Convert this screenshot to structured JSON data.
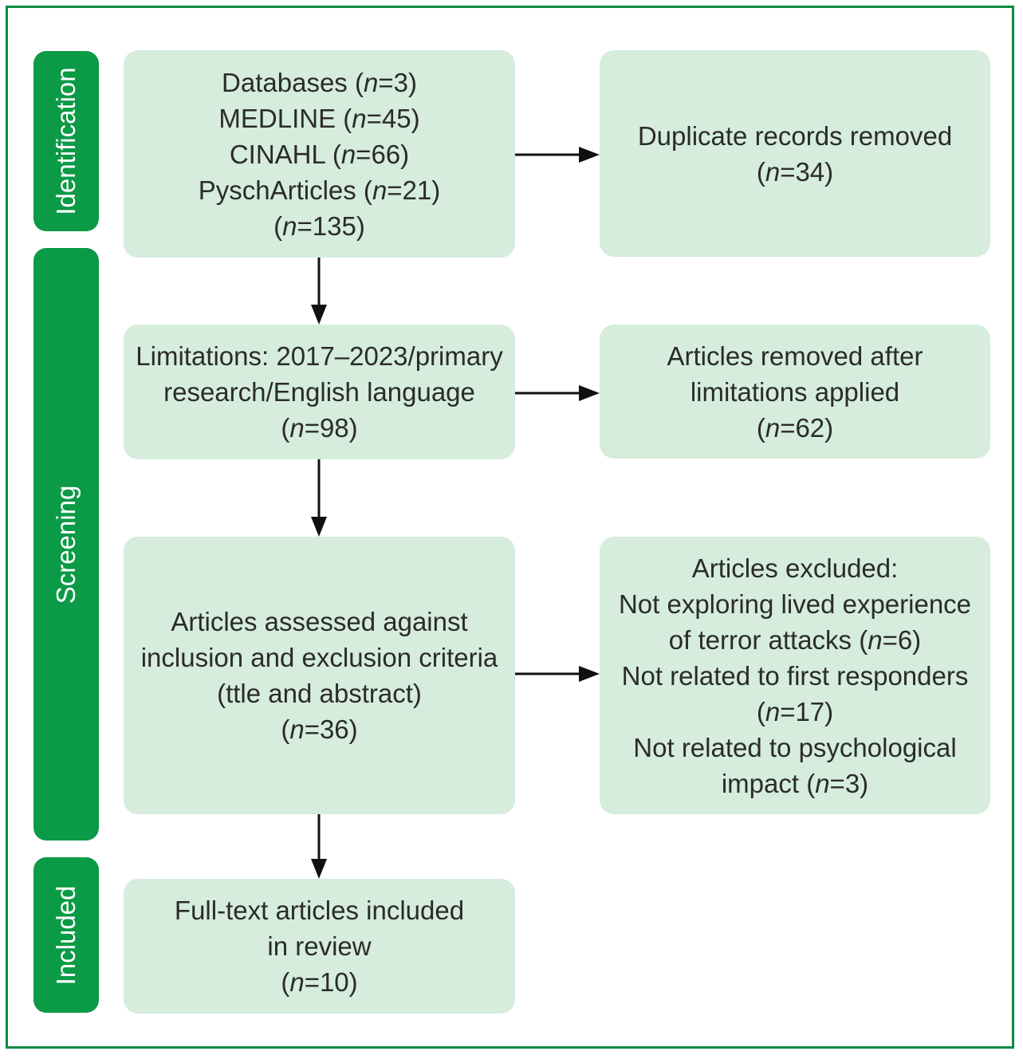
{
  "stages": {
    "identification": "Identification",
    "screening": "Screening",
    "included": "Included"
  },
  "boxes": {
    "databases": {
      "lines": [
        {
          "pre": "Databases (",
          "n": "n",
          "post": "=3)"
        },
        {
          "pre": "MEDLINE (",
          "n": "n",
          "post": "=45)"
        },
        {
          "pre": "CINAHL (",
          "n": "n",
          "post": "=66)"
        },
        {
          "pre": "PyschArticles (",
          "n": "n",
          "post": "=21)"
        },
        {
          "pre": "(",
          "n": "n",
          "post": "=135)"
        }
      ]
    },
    "duplicates": {
      "lines": [
        {
          "pre": "Duplicate records removed",
          "n": "",
          "post": ""
        },
        {
          "pre": "(",
          "n": "n",
          "post": "=34)"
        }
      ]
    },
    "limitations": {
      "lines": [
        {
          "pre": "Limitations: 2017–2023/primary",
          "n": "",
          "post": ""
        },
        {
          "pre": "research/English language",
          "n": "",
          "post": ""
        },
        {
          "pre": "(",
          "n": "n",
          "post": "=98)"
        }
      ]
    },
    "removed_limitations": {
      "lines": [
        {
          "pre": "Articles removed after",
          "n": "",
          "post": ""
        },
        {
          "pre": "limitations applied",
          "n": "",
          "post": ""
        },
        {
          "pre": "(",
          "n": "n",
          "post": "=62)"
        }
      ]
    },
    "assessed": {
      "lines": [
        {
          "pre": "Articles assessed against",
          "n": "",
          "post": ""
        },
        {
          "pre": "inclusion and exclusion criteria",
          "n": "",
          "post": ""
        },
        {
          "pre": "(ttle and abstract)",
          "n": "",
          "post": ""
        },
        {
          "pre": "(",
          "n": "n",
          "post": "=36)"
        }
      ]
    },
    "excluded": {
      "lines": [
        {
          "pre": "Articles excluded:",
          "n": "",
          "post": ""
        },
        {
          "pre": "Not exploring lived experience",
          "n": "",
          "post": ""
        },
        {
          "pre": "of terror attacks (",
          "n": "n",
          "post": "=6)"
        },
        {
          "pre": "Not related to first responders",
          "n": "",
          "post": ""
        },
        {
          "pre": "(",
          "n": "n",
          "post": "=17)"
        },
        {
          "pre": "Not related to psychological",
          "n": "",
          "post": ""
        },
        {
          "pre": "impact (",
          "n": "n",
          "post": "=3)"
        }
      ]
    },
    "included": {
      "lines": [
        {
          "pre": "Full-text articles included",
          "n": "",
          "post": ""
        },
        {
          "pre": "in review",
          "n": "",
          "post": ""
        },
        {
          "pre": "(",
          "n": "n",
          "post": "=10)"
        }
      ]
    }
  },
  "colors": {
    "stage_fill": "#0b9a45",
    "box_fill": "#d6ecdc",
    "frame": "#0a8a43",
    "arrow": "#111111",
    "text": "#2b2b2b"
  }
}
